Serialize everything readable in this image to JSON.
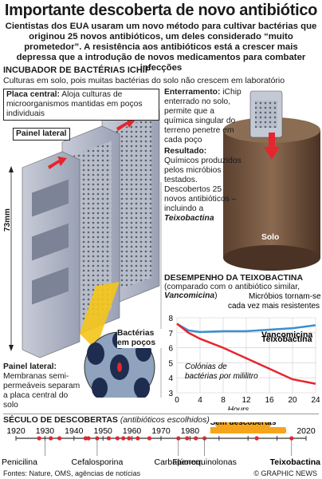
{
  "header": {
    "title": "Importante descoberta de novo antibiótico",
    "intro": "Cientistas dos EUA usaram um novo método para cultivar bactérias que originou 25 novos antibióticos, um deles considerado “muito prometedor”. A resistência aos antibióticos está a crescer mais depressa que a introdução de novos medicamentos para combater infecções"
  },
  "ichip": {
    "heading": "Incubador de Bactérias iChip",
    "subheading": "Culturas em solo, pois muitas bactérias do solo não crescem em laboratório",
    "central_plate_title": "Placa central:",
    "central_plate_text": "Aloja culturas de microorganismos mantidas em poços individuais",
    "side_panel_tag": "Painel lateral",
    "size_label": "73mm",
    "wells_label": "Bactérias em poços",
    "side_panel_title": "Painel lateral:",
    "side_panel_text": "Membranas semi-permeáveis separam a placa central do solo",
    "burial_title": "Enterramento:",
    "burial_text": "iChip enterrado no solo, permite que a química singular do terreno penetre em cada poço",
    "result_title": "Resultado:",
    "result_text": "Químicos produzidos pelos micróbios testados. Descobertos 25 novos antibióticos – incluindo a",
    "result_highlight": "Teixobactina",
    "soil_label": "Solo"
  },
  "performance": {
    "heading": "Desempenho da Teixobactina",
    "subheading_pre": "(comparado com o antibiótico similar,",
    "subheading_drug": "Vancomicina",
    "subheading_post": ")"
  },
  "chart_data": {
    "type": "line",
    "xlabel": "Hours",
    "ylabel": "Colónias de bactérias por mililitro",
    "x_ticks": [
      0,
      4,
      8,
      12,
      16,
      20,
      24
    ],
    "y_ticks": [
      3,
      4,
      5,
      6,
      7,
      8
    ],
    "xlim": [
      0,
      24
    ],
    "ylim": [
      3,
      8
    ],
    "grid": true,
    "annotation": "Micróbios tornam-se cada vez mais resistentes",
    "series": [
      {
        "name": "Vancomicina",
        "color": "#3a8fd0",
        "x": [
          0,
          2,
          4,
          8,
          12,
          16,
          20,
          24
        ],
        "y": [
          7.6,
          7.15,
          7.05,
          7.1,
          7.1,
          7.2,
          7.3,
          7.5
        ]
      },
      {
        "name": "Teixobactina",
        "color": "#e5262e",
        "x": [
          0,
          2,
          4,
          8,
          12,
          16,
          20,
          24
        ],
        "y": [
          7.6,
          7.0,
          6.6,
          6.0,
          5.3,
          4.6,
          3.9,
          3.6
        ]
      }
    ]
  },
  "century": {
    "heading_upper": "Século de Descobertas",
    "heading_note": "(antibióticos escolhidos)",
    "badge": "Sem descobertas",
    "years": [
      "1920",
      "1930",
      "1940",
      "1950",
      "1960",
      "1970",
      "1980",
      "1990",
      "2000",
      "2010",
      "2020"
    ],
    "drugs": [
      "Penicilina",
      "Cefalosporina",
      "Carbapenem",
      "Flúoroquinolonas",
      "Teixobactina"
    ],
    "accent": "#f5a51c"
  },
  "footer": {
    "sources": "Fontes: Nature, OMS, agências de notícias",
    "credit": "© GRAPHIC NEWS"
  }
}
